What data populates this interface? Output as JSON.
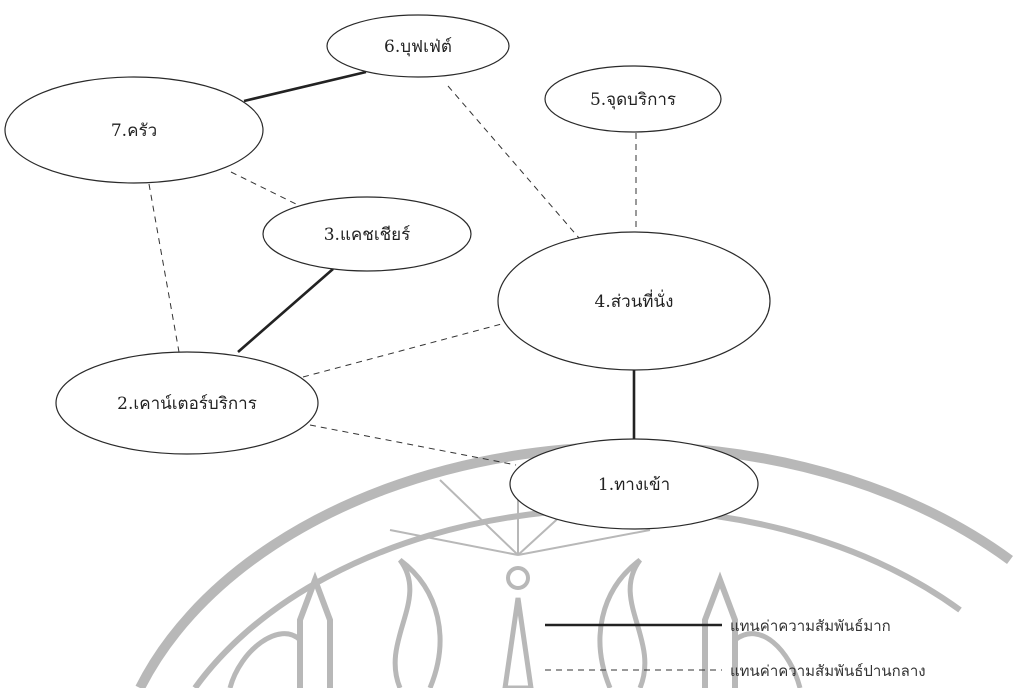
{
  "nodes": [
    {
      "id": "n1",
      "label": "1.ทางเข้า"
    },
    {
      "id": "n2",
      "label": "2.เคาน์เตอร์บริการ"
    },
    {
      "id": "n3",
      "label": "3.แคชเชียร์"
    },
    {
      "id": "n4",
      "label": "4.ส่วนที่นั่ง"
    },
    {
      "id": "n5",
      "label": "5.จุดบริการ"
    },
    {
      "id": "n6",
      "label": "6.บุฟเฟ่ต์"
    },
    {
      "id": "n7",
      "label": "7.ครัว"
    }
  ],
  "edges": [
    {
      "from": "n6",
      "to": "n7",
      "relation": "strong"
    },
    {
      "from": "n3",
      "to": "n2",
      "relation": "strong"
    },
    {
      "from": "n4",
      "to": "n1",
      "relation": "strong"
    },
    {
      "from": "n6",
      "to": "n4",
      "relation": "medium"
    },
    {
      "from": "n5",
      "to": "n4",
      "relation": "medium"
    },
    {
      "from": "n7",
      "to": "n3",
      "relation": "medium"
    },
    {
      "from": "n7",
      "to": "n2",
      "relation": "medium"
    },
    {
      "from": "n2",
      "to": "n4",
      "relation": "medium"
    },
    {
      "from": "n2",
      "to": "n1",
      "relation": "medium"
    }
  ],
  "legend": {
    "strong_label": "แทนค่าความสัมพันธ์มาก",
    "medium_label": "แทนค่าความสัมพันธ์ปานกลาง"
  },
  "colors": {
    "line": "#222222",
    "watermark": "#b8b8b8"
  }
}
